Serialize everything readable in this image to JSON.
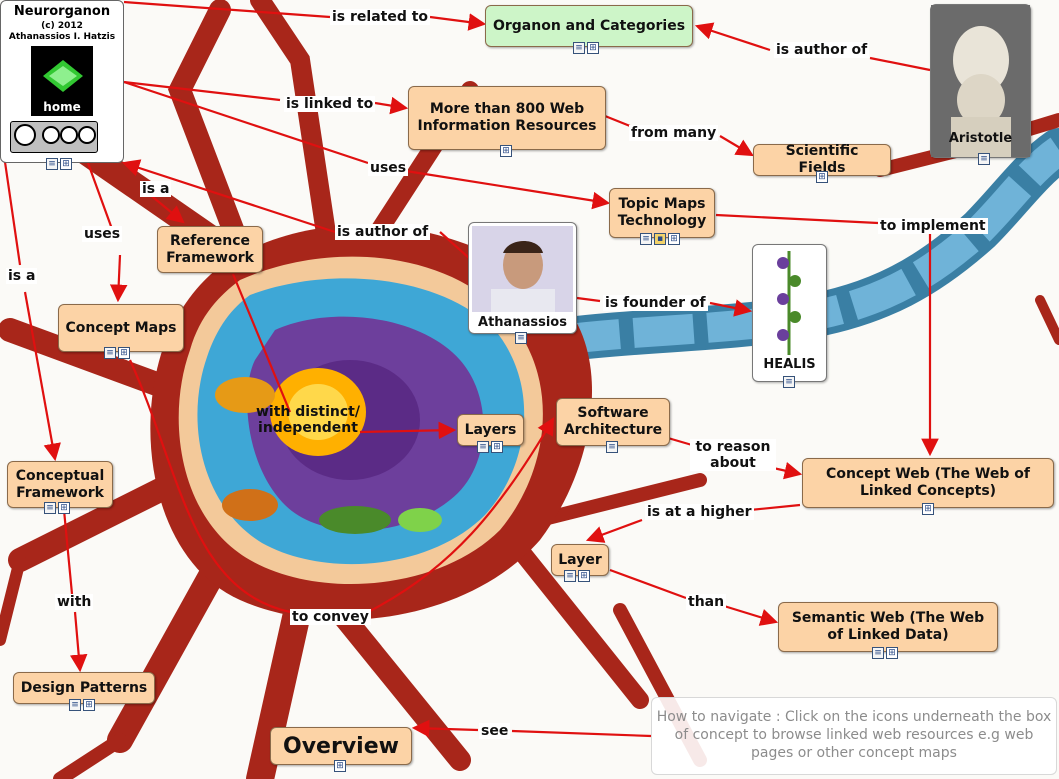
{
  "header": {
    "title": "Neurorganon",
    "copyright": "(c) 2012",
    "author": "Athanassios I. Hatzis",
    "home_label": "home",
    "license_badge": "CC BY NC SA"
  },
  "nodes": {
    "organon": "Organon and Categories",
    "resources": "More than 800 Web Information Resources",
    "scientific_fields": "Scientific Fields",
    "topic_maps": "Topic Maps Technology",
    "reference_framework": "Reference Framework",
    "concept_maps": "Concept Maps",
    "conceptual_framework": "Conceptual Framework",
    "design_patterns": "Design Patterns",
    "layers": "Layers",
    "software_architecture": "Software Architecture",
    "concept_web": "Concept Web (The Web of Linked Concepts)",
    "layer": "Layer",
    "semantic_web": "Semantic Web (The Web of Linked Data)",
    "overview": "Overview"
  },
  "people": {
    "aristotle": "Aristotle",
    "athanassios": "Athanassios",
    "healis": "HEALIS"
  },
  "links": {
    "is_related_to": "is related to",
    "is_author_of_1": "is author of",
    "is_linked_to": "is linked to",
    "from_many": "from many",
    "uses_1": "uses",
    "is_a_1": "is a",
    "is_author_of_2": "is author of",
    "to_implement": "to implement",
    "uses_2": "uses",
    "is_a_2": "is a",
    "is_founder_of": "is founder of",
    "with_distinct": "with distinct/ independent",
    "to_reason_about": "to reason about",
    "is_at_a_higher": "is at a higher",
    "than": "than",
    "with": "with",
    "to_convey": "to convey",
    "see": "see"
  },
  "help_text": "How to navigate : Click on the icons underneath the box of concept to browse linked web resources e.g web pages or other concept maps",
  "colors": {
    "concept_fill": "#fcd3a6",
    "organon_fill": "#cdf5c8",
    "arrow": "#e01010",
    "neuron": "#a8261a"
  },
  "icons": [
    "doc-icon",
    "image-icon",
    "map-icon"
  ]
}
